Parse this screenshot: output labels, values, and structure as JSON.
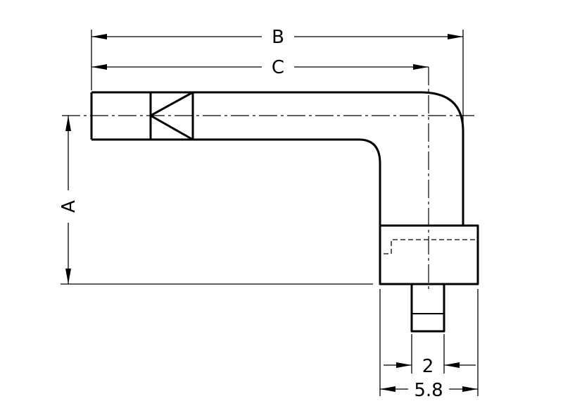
{
  "dimensions": {
    "B": "B",
    "C": "C",
    "A": "A",
    "width_2": "2",
    "width_5_8": "5.8"
  }
}
